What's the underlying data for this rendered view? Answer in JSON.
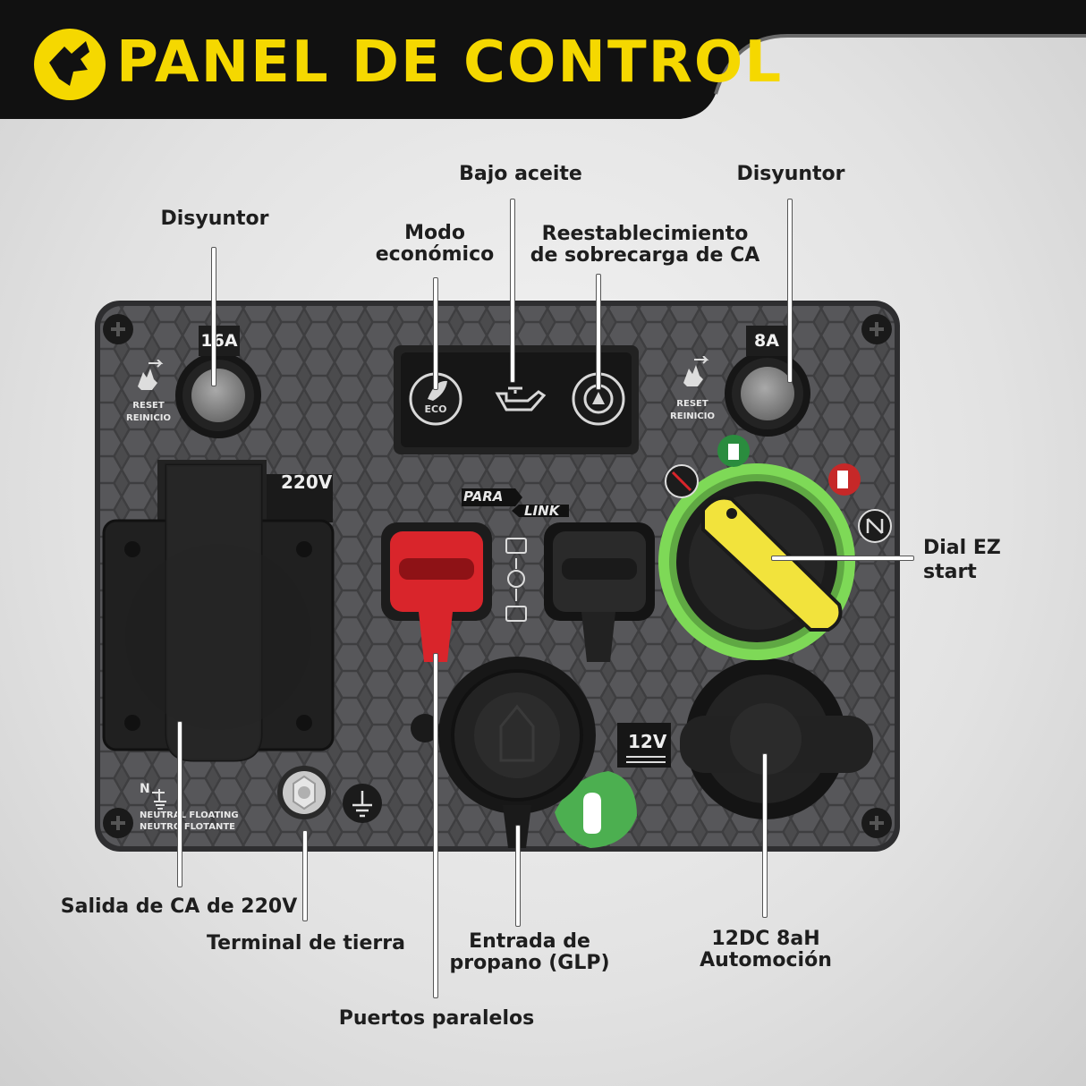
{
  "header": {
    "title": "PANEL DE CONTROL"
  },
  "callouts": {
    "breaker_left": "Disyuntor",
    "eco_mode": [
      "Modo",
      "económico"
    ],
    "low_oil": "Bajo aceite",
    "overload_reset": [
      "Reestablecimiento",
      "de sobrecarga de CA"
    ],
    "breaker_right": "Disyuntor",
    "dial": [
      "Dial EZ",
      "start"
    ],
    "ac_outlet": "Salida de CA de 220V",
    "ground": "Terminal de tierra",
    "parallel": "Puertos paralelos",
    "propane": [
      "Entrada de",
      "propano (GLP)"
    ],
    "auto_12v": [
      "12DC 8aH",
      "Automoción"
    ]
  },
  "panel": {
    "breaker_left_rating": "16A",
    "breaker_right_rating": "8A",
    "reset_en": "RESET",
    "reset_es": "REINICIO",
    "eco_badge": "ECO",
    "outlet_voltage": "220V",
    "dc_voltage": "12V",
    "paralink": [
      "PARA",
      "LINK"
    ],
    "neutral_en": "NEUTRAL FLOATING",
    "neutral_es": "NEUTRO FLOTANTE",
    "neutral_symbol": "N"
  },
  "colors": {
    "brand_yellow": "#f5d800",
    "panel": "#4a4a4c",
    "parallel_red": "#d9252b",
    "propane_green": "#4caf50",
    "dial_ring": "#7ed957"
  }
}
